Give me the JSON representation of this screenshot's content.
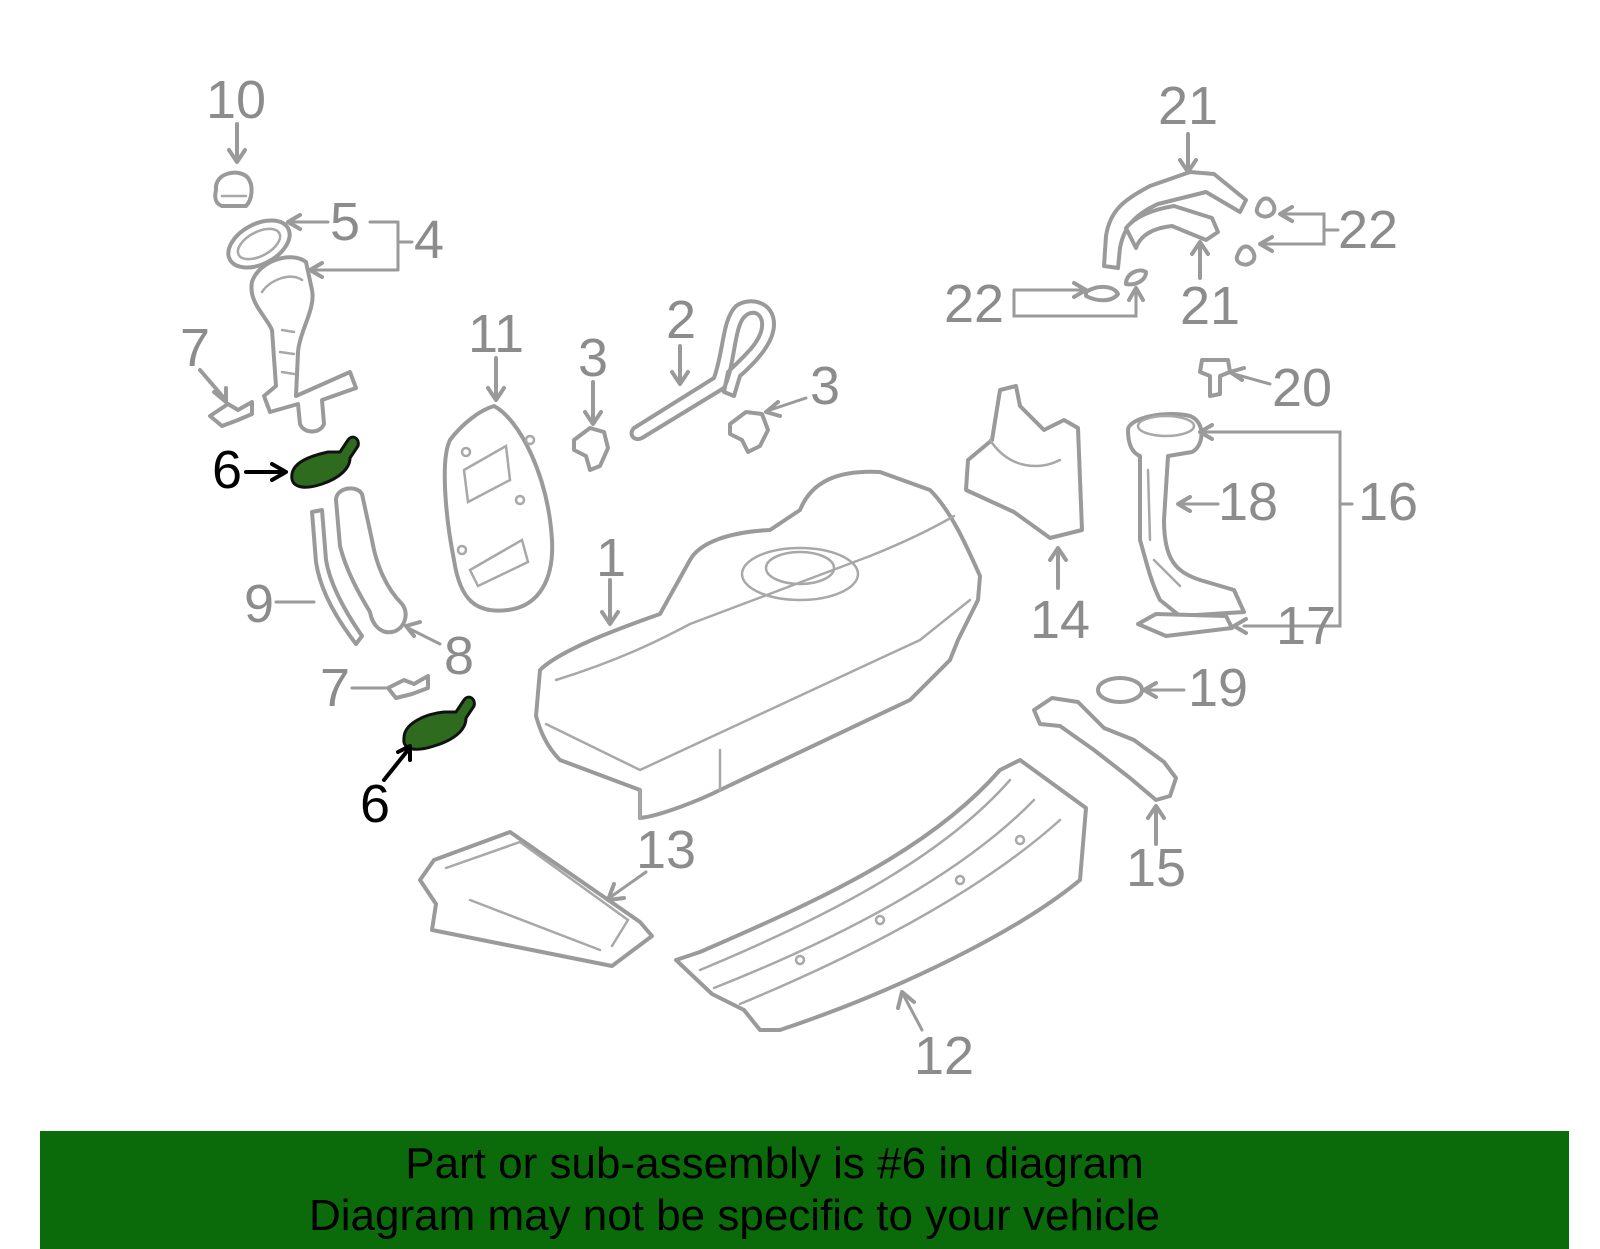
{
  "callouts": {
    "c1": "1",
    "c2": "2",
    "c3a": "3",
    "c3b": "3",
    "c4": "4",
    "c5": "5",
    "c6a": "6",
    "c6b": "6",
    "c7a": "7",
    "c7b": "7",
    "c8": "8",
    "c9": "9",
    "c10": "10",
    "c11": "11",
    "c12": "12",
    "c13": "13",
    "c14": "14",
    "c15": "15",
    "c16": "16",
    "c17": "17",
    "c18": "18",
    "c19": "19",
    "c20": "20",
    "c21a": "21",
    "c21b": "21",
    "c22a": "22",
    "c22b": "22"
  },
  "highlight": {
    "part_number": "6",
    "color": "#2e6b1f"
  },
  "colors": {
    "line": "#9a9a9a",
    "banner": "#0b6b0b"
  },
  "footer": {
    "line1": "Part or sub-assembly is #6 in diagram",
    "line2": "Diagram may not be specific to your vehicle"
  }
}
